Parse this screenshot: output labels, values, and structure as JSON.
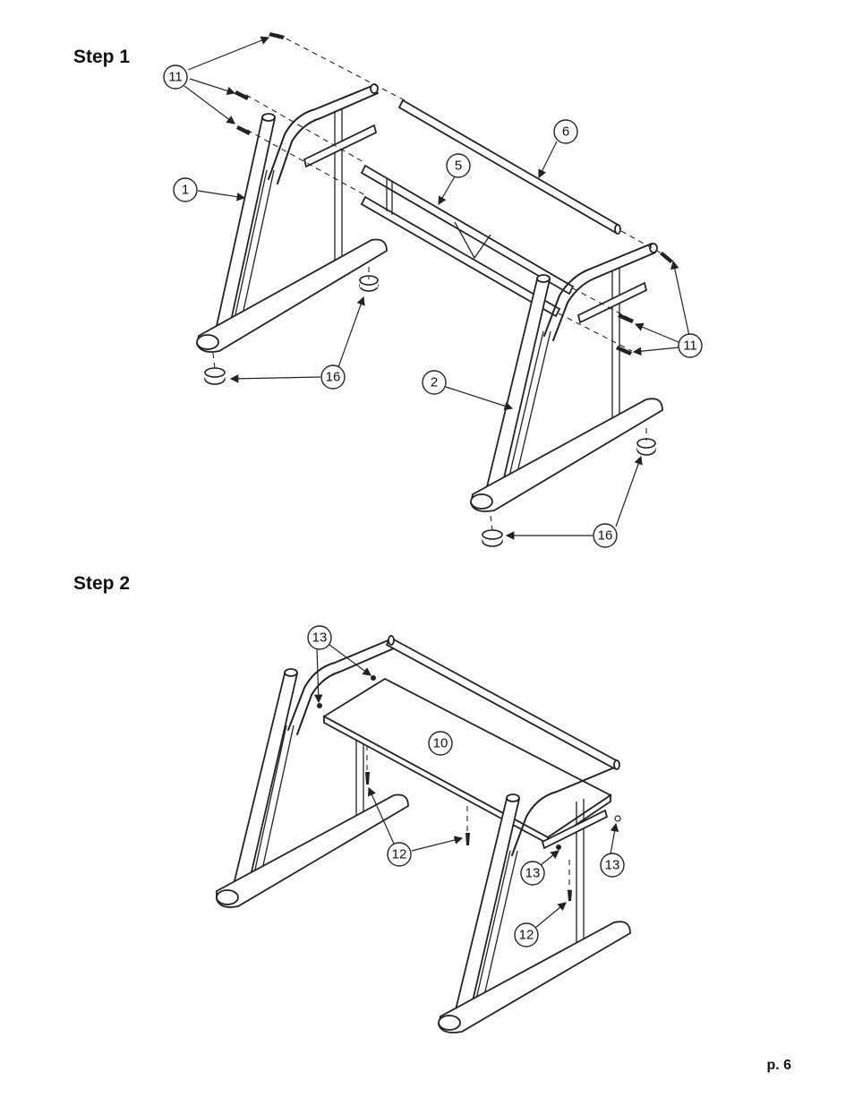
{
  "steps": [
    {
      "title": "Step 1"
    },
    {
      "title": "Step 2"
    }
  ],
  "callouts": {
    "step1": [
      "11",
      "6",
      "5",
      "1",
      "11",
      "16",
      "2",
      "16"
    ],
    "step2": [
      "13",
      "10",
      "12",
      "13",
      "13",
      "12"
    ]
  },
  "page_number": "p. 6"
}
